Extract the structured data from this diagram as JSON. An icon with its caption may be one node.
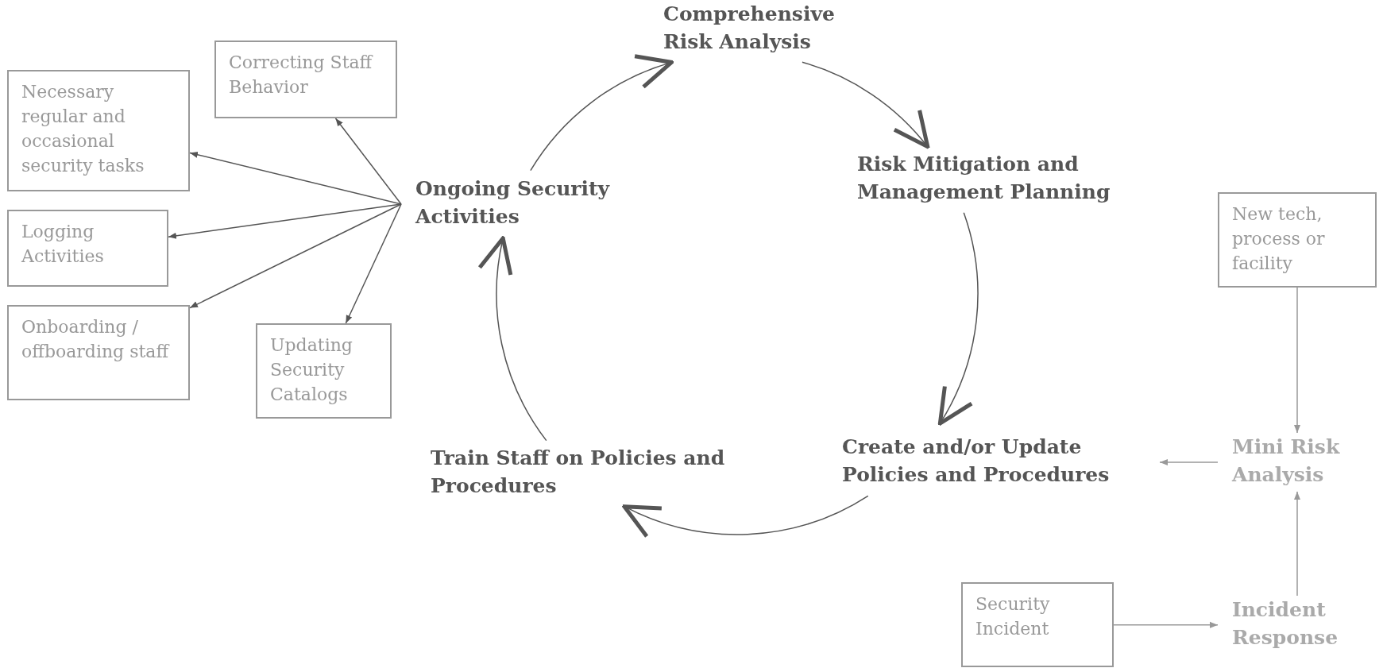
{
  "diagram": {
    "nodes": [
      {
        "text": [
          "Comprehensive Risk Analysis"
        ]
      },
      {
        "text": [
          "Risk Mitigation and Management Planning"
        ]
      },
      {
        "text": [
          "Ongoing Security Activities"
        ]
      },
      {
        "text": [
          "Correcting Staff Behavior"
        ]
      },
      {
        "text": [
          "Necessary regular and occasional security tasks"
        ]
      },
      {
        "text": [
          "Logging Activities"
        ]
      },
      {
        "text": [
          "Onboarding / offboarding staff"
        ]
      },
      {
        "text": [
          "Updating Security Catalogs"
        ]
      },
      {
        "text": [
          "New tech, process or facility"
        ]
      },
      {
        "text": [
          "Create and/or Update Policies and Procedures"
        ]
      },
      {
        "text": [
          "Mini Risk Analysis"
        ]
      },
      {
        "text": [
          "Train Staff on Policies and Procedures"
        ]
      },
      {
        "text": [
          "Security Incident"
        ]
      },
      {
        "text": [
          "Incident Response"
        ]
      }
    ],
    "edges": [
      {
        "from": 2,
        "to": 0,
        "arrow": "to"
      },
      {
        "from": 0,
        "to": 1,
        "arrow": "to"
      },
      {
        "from": 1,
        "to": 9,
        "arrow": "to"
      },
      {
        "from": 9,
        "to": 11,
        "arrow": "to"
      },
      {
        "from": 11,
        "to": 2,
        "arrow": "to"
      },
      {
        "from": 2,
        "to": 3,
        "arrow": "to"
      },
      {
        "from": 2,
        "to": 4,
        "arrow": "to"
      },
      {
        "from": 2,
        "to": 5,
        "arrow": "to"
      },
      {
        "from": 2,
        "to": 6,
        "arrow": "to"
      },
      {
        "from": 2,
        "to": 7,
        "arrow": "to"
      },
      {
        "from": 8,
        "to": 10,
        "arrow": "to",
        "color": "#999999"
      },
      {
        "from": 10,
        "to": 9,
        "arrow": "to",
        "color": "#999999"
      },
      {
        "from": 13,
        "to": 10,
        "arrow": "to",
        "color": "#999999"
      },
      {
        "from": 12,
        "to": 13,
        "arrow": "to",
        "color": "#999999"
      }
    ]
  }
}
